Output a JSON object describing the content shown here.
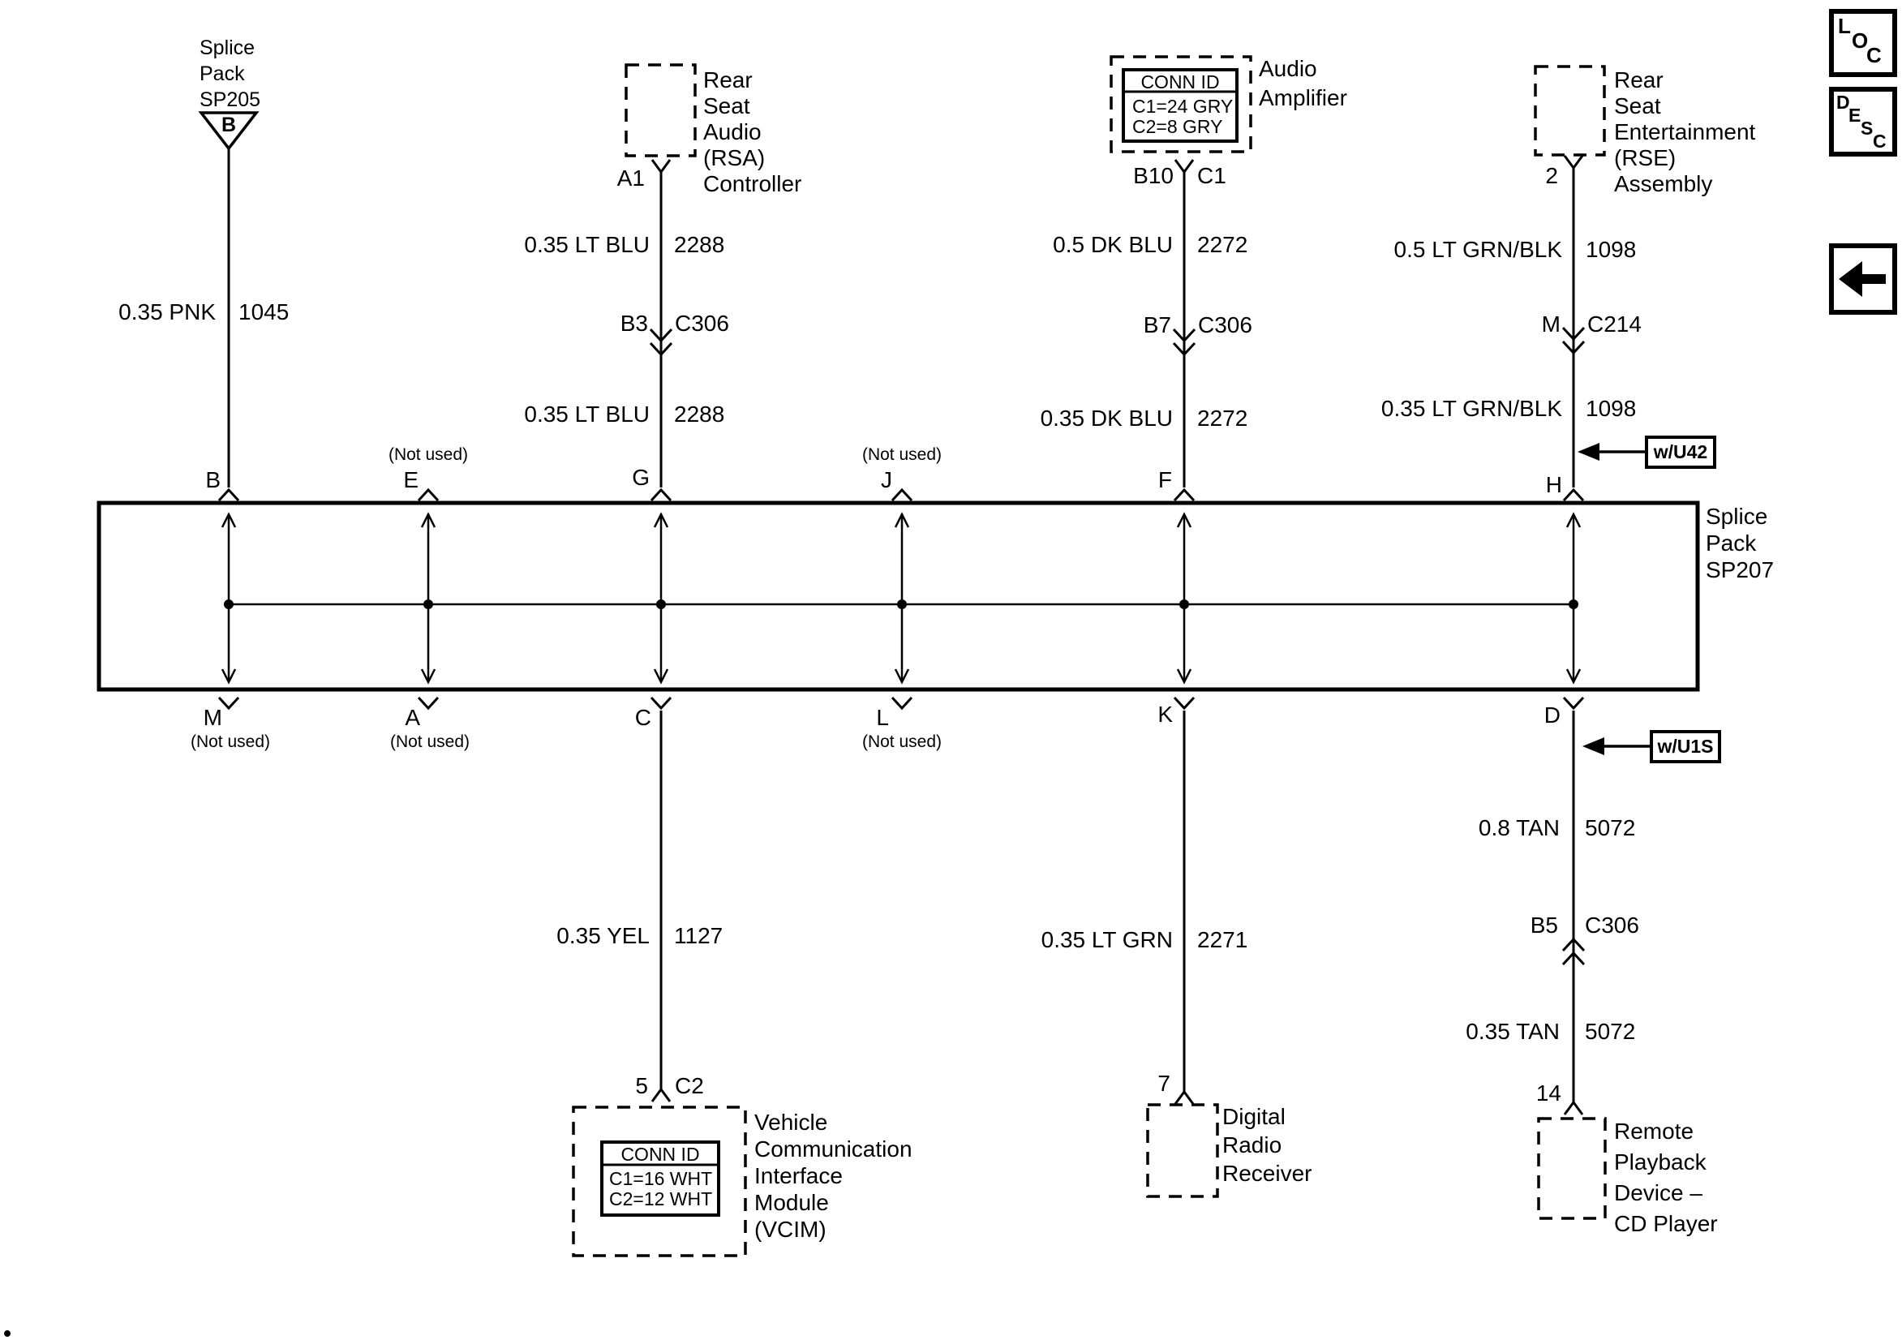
{
  "not_used_label": "(Not used)",
  "conn_id_header": "CONN ID",
  "toolbar": {
    "loc_letters": [
      "L",
      "O",
      "C"
    ],
    "desc_letters": [
      "D",
      "E",
      "S",
      "C"
    ],
    "back_icon": "left-arrow"
  },
  "sp205": {
    "label_lines": [
      "Splice",
      "Pack",
      "SP205"
    ],
    "terminal": "B",
    "wire": {
      "spec": "0.35 PNK",
      "circuit": "1045"
    }
  },
  "sp207": {
    "label_lines": [
      "Splice",
      "Pack",
      "SP207"
    ],
    "top_pins": [
      {
        "id": "B"
      },
      {
        "id": "E",
        "not_used": true
      },
      {
        "id": "G"
      },
      {
        "id": "J",
        "not_used": true
      },
      {
        "id": "F"
      },
      {
        "id": "H"
      }
    ],
    "bottom_pins": [
      {
        "id": "M",
        "not_used": true
      },
      {
        "id": "A",
        "not_used": true
      },
      {
        "id": "C"
      },
      {
        "id": "L",
        "not_used": true
      },
      {
        "id": "K"
      },
      {
        "id": "D"
      }
    ]
  },
  "columns": {
    "rsa": {
      "name_lines": [
        "Rear",
        "Seat",
        "Audio",
        "(RSA)",
        "Controller"
      ],
      "pin": "A1",
      "wire_upper": {
        "spec": "0.35 LT BLU",
        "circuit": "2288"
      },
      "connector": {
        "pin": "B3",
        "id": "C306"
      },
      "wire_lower": {
        "spec": "0.35 LT BLU",
        "circuit": "2288"
      }
    },
    "amp": {
      "name_lines": [
        "Audio",
        "Amplifier"
      ],
      "conn_rows": [
        "C1=24 GRY",
        "C2=8 GRY"
      ],
      "pin": "B10",
      "pin_conn": "C1",
      "wire_upper": {
        "spec": "0.5 DK BLU",
        "circuit": "2272"
      },
      "connector": {
        "pin": "B7",
        "id": "C306"
      },
      "wire_lower": {
        "spec": "0.35 DK BLU",
        "circuit": "2272"
      }
    },
    "rse": {
      "name_lines": [
        "Rear",
        "Seat",
        "Entertainment",
        "(RSE)",
        "Assembly"
      ],
      "pin": "2",
      "wire_upper": {
        "spec": "0.5 LT GRN/BLK",
        "circuit": "1098"
      },
      "connector": {
        "pin": "M",
        "id": "C214"
      },
      "wire_lower": {
        "spec": "0.35 LT GRN/BLK",
        "circuit": "1098"
      },
      "harness_tag": "w/U42"
    },
    "vcim": {
      "name_lines": [
        "Vehicle",
        "Communication",
        "Interface",
        "Module",
        "(VCIM)"
      ],
      "conn_rows": [
        "C1=16 WHT",
        "C2=12 WHT"
      ],
      "pin": "5",
      "pin_conn": "C2",
      "wire": {
        "spec": "0.35 YEL",
        "circuit": "1127"
      }
    },
    "radio": {
      "name_lines": [
        "Digital",
        "Radio",
        "Receiver"
      ],
      "pin": "7",
      "wire": {
        "spec": "0.35 LT GRN",
        "circuit": "2271"
      }
    },
    "cd": {
      "name_lines": [
        "Remote",
        "Playback",
        "Device –",
        "CD Player"
      ],
      "pin": "14",
      "harness_tag": "w/U1S",
      "wire_upper": {
        "spec": "0.8 TAN",
        "circuit": "5072"
      },
      "connector": {
        "pin": "B5",
        "id": "C306"
      },
      "wire_lower": {
        "spec": "0.35 TAN",
        "circuit": "5072"
      }
    }
  }
}
